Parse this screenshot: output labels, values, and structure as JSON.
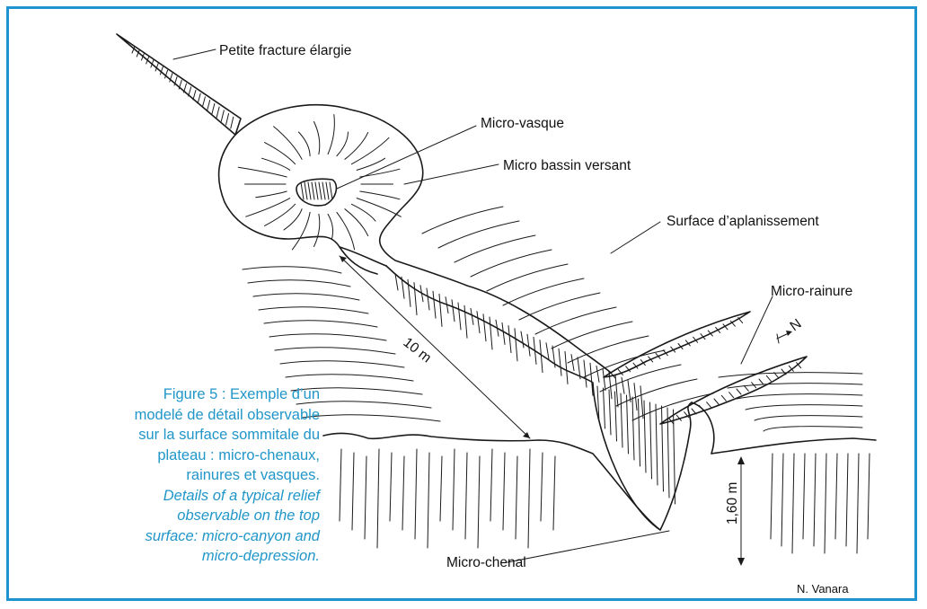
{
  "labels": {
    "fracture": "Petite fracture élargie",
    "vasque": "Micro-vasque",
    "bassin": "Micro bassin versant",
    "surface": "Surface d’aplanissement",
    "rainure": "Micro-rainure",
    "chenal": "Micro-chenal",
    "north": "N",
    "length": "10 m",
    "height": "1,60 m",
    "author": "N. Vanara"
  },
  "caption": {
    "fr_lines": [
      "Figure 5 : Exemple d’un",
      "modelé de détail observable",
      "sur la surface sommitale du",
      "plateau : micro-chenaux,",
      "rainures et vasques."
    ],
    "en_lines": [
      "Details of a typical relief",
      "observable on the top",
      "surface: micro-canyon and",
      "micro-depression."
    ]
  },
  "colors": {
    "frame": "#1f93cf",
    "caption": "#2196c9",
    "ink": "#1a1a1a"
  }
}
